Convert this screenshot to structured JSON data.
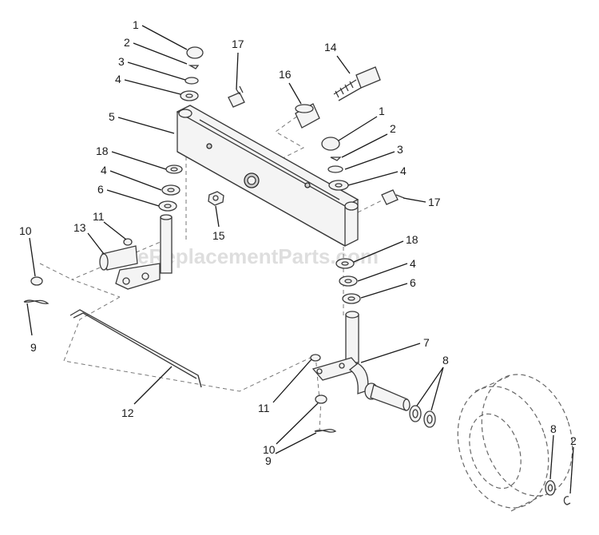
{
  "watermark": "eReplacementParts.com",
  "callouts": [
    {
      "id": "c1a",
      "text": "1"
    },
    {
      "id": "c2a",
      "text": "2"
    },
    {
      "id": "c3a",
      "text": "3"
    },
    {
      "id": "c4a",
      "text": "4"
    },
    {
      "id": "c5",
      "text": "5"
    },
    {
      "id": "c18a",
      "text": "18"
    },
    {
      "id": "c4b",
      "text": "4"
    },
    {
      "id": "c6a",
      "text": "6"
    },
    {
      "id": "c11a",
      "text": "11"
    },
    {
      "id": "c13",
      "text": "13"
    },
    {
      "id": "c10a",
      "text": "10"
    },
    {
      "id": "c9a",
      "text": "9"
    },
    {
      "id": "c12",
      "text": "12"
    },
    {
      "id": "c17a",
      "text": "17"
    },
    {
      "id": "c16",
      "text": "16"
    },
    {
      "id": "c14",
      "text": "14"
    },
    {
      "id": "c15",
      "text": "15"
    },
    {
      "id": "c1b",
      "text": "1"
    },
    {
      "id": "c2b",
      "text": "2"
    },
    {
      "id": "c3b",
      "text": "3"
    },
    {
      "id": "c4c",
      "text": "4"
    },
    {
      "id": "c17b",
      "text": "17"
    },
    {
      "id": "c18b",
      "text": "18"
    },
    {
      "id": "c4d",
      "text": "4"
    },
    {
      "id": "c6b",
      "text": "6"
    },
    {
      "id": "c7",
      "text": "7"
    },
    {
      "id": "c8a",
      "text": "8"
    },
    {
      "id": "c11b",
      "text": "11"
    },
    {
      "id": "c10b",
      "text": "10"
    },
    {
      "id": "c9b",
      "text": "9"
    },
    {
      "id": "c8b",
      "text": "8"
    },
    {
      "id": "c2c",
      "text": "2"
    }
  ]
}
